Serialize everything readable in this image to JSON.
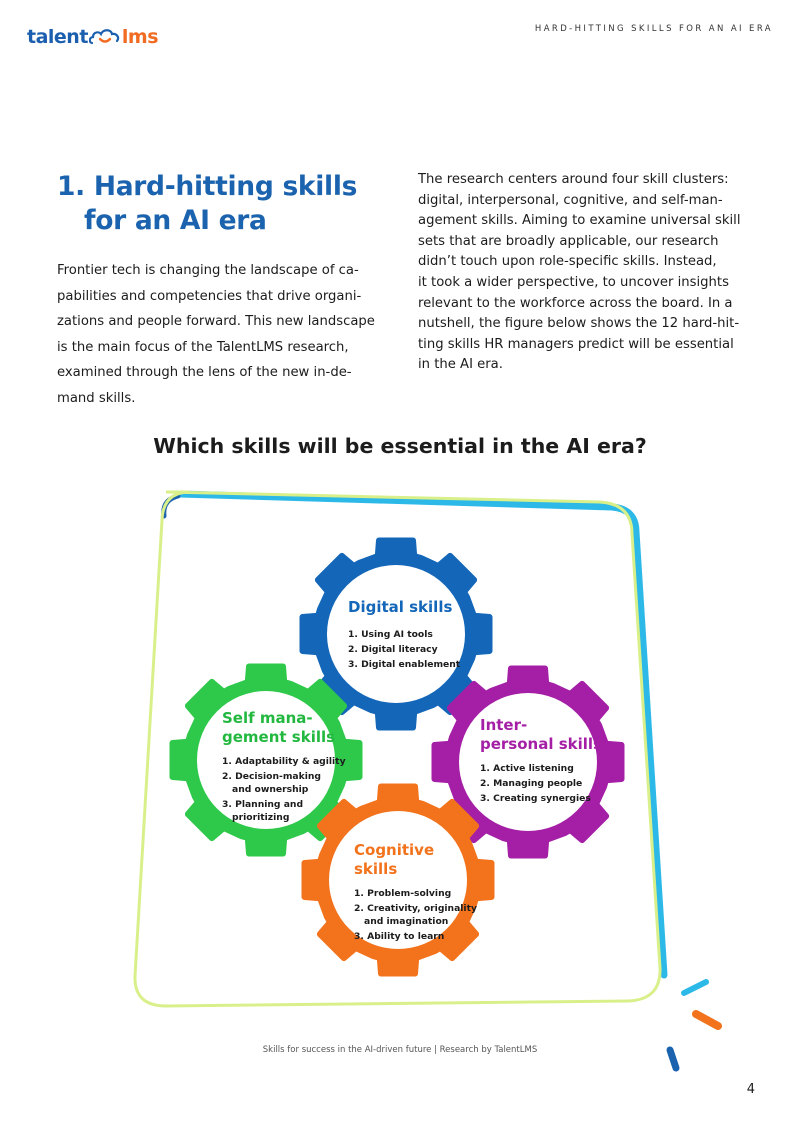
{
  "header": {
    "logo_part1": "talent",
    "logo_part2": "lms",
    "running_head": "HARD-HITTING SKILLS FOR AN AI ERA"
  },
  "section": {
    "heading_line1": "1. Hard-hitting skills",
    "heading_line2": "for an AI era",
    "left_lines": [
      "Frontier tech is changing the landscape of ca-",
      "pabilities and competencies that drive organi-",
      "zations and people forward. This new landscape",
      "is the main focus of the TalentLMS research,",
      "examined through the lens of the new in-de-",
      "mand skills."
    ],
    "right_lines": [
      "The research centers around four skill clusters:",
      "digital, interpersonal, cognitive, and self-man-",
      "agement skills. Aiming to examine universal skill",
      "sets that are broadly applicable, our research",
      "didn’t touch upon role-specific skills. Instead,",
      "it took a wider perspective, to uncover insights",
      "relevant to the workforce across the board. In a",
      "nutshell, the figure below shows the 12 hard-hit-",
      "ting skills HR managers predict will be essential",
      "in the AI era."
    ]
  },
  "figure": {
    "title": "Which skills will be essential in the AI era?",
    "clusters": {
      "digital": {
        "title_line1": "Digital skills",
        "items": [
          "1.  Using AI tools",
          "2. Digital literacy",
          "3. Digital enablement"
        ],
        "color": "#1467b8"
      },
      "self": {
        "title_line1": "Self mana-",
        "title_line2": "gement skills",
        "items": [
          "1.  Adaptability & agility",
          "2. Decision-making",
          "and ownership",
          "3. Planning and",
          "prioritizing"
        ],
        "color": "#2ec94a"
      },
      "inter": {
        "title_line1": "Inter-",
        "title_line2": "personal skills",
        "items": [
          "1.  Active listening",
          "2. Managing people",
          "3. Creating synergies"
        ],
        "color": "#a41fa6"
      },
      "cognitive": {
        "title_line1": "Cognitive",
        "title_line2": "skills",
        "items": [
          "1.  Problem-solving",
          "2. Creativity, originality",
          "and imagination",
          "3. Ability to learn"
        ],
        "color": "#f2731c"
      }
    }
  },
  "footer": {
    "text": "Skills for success in the AI-driven future  |  Research by TalentLMS",
    "page_number": "4"
  }
}
